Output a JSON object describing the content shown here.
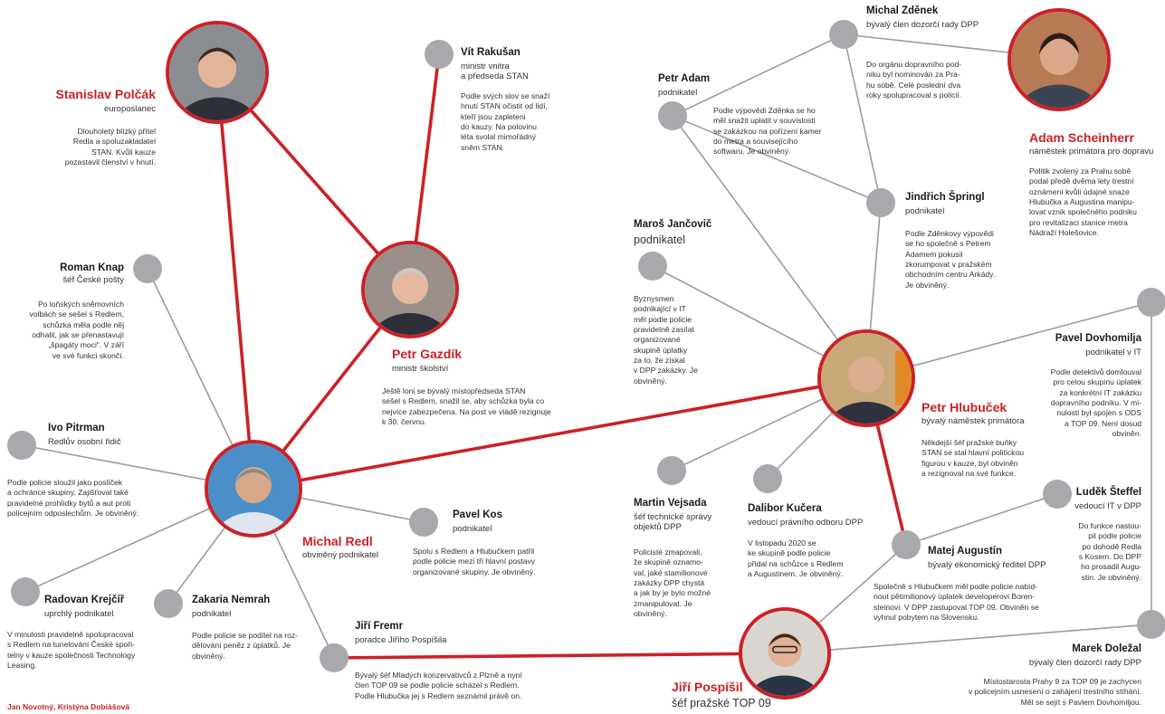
{
  "people": {
    "polcak": {
      "name": "Stanislav Polčák",
      "role": "europoslanec",
      "desc": "Dlouholetý blízký přítel\nRedla a spoluzakladatel\nSTAN. Kvůli kauze\npozastavil členství v hnutí."
    },
    "rakusan": {
      "name": "Vít Rakušan",
      "role": "ministr vnitra\na předseda STAN",
      "desc": "Podle svých slov se snaží\nhnutí STAN očistit od lidí,\nkteří jsou zapleteni\ndo kauzy. Na polovinu\nléta svolal mimořádný\nsněm STAN."
    },
    "gazdik": {
      "name": "Petr Gazdík",
      "role": "ministr školství",
      "desc": "Ještě loni se bývalý místopředseda STAN\nsešel s Redlem, snažil se, aby schůzka byla co\nnejvíce zabezpečena. Na post ve vládě rezignuje\nk 30. červnu."
    },
    "knap": {
      "name": "Roman Knap",
      "role": "šéf České pošty",
      "desc": "Po loňských sněmovních\nvolbách se sešel s Redlem,\nschůzka měla podle něj\nodhalit, jak se přenastavují\n„špagáty moci“. V září\nve své funkci skončí."
    },
    "pitrman": {
      "name": "Ivo Pitrman",
      "role": "Redlův osobní řidič",
      "desc": "Podle policie sloužil jako poslíček\na ochránce skupiny. Zajišťoval také\npravidelné prohlídky bytů a aut proti\npolicejním odposlechům. Je obviněný."
    },
    "redl": {
      "name": "Michal Redl",
      "role": "obviněný podnikatel"
    },
    "kos": {
      "name": "Pavel Kos",
      "role": "podnikatel",
      "desc": "Spolu s Redlem a Hlubučkem patřil\npodle policie mezi tři hlavní postavy\norganizované skupiny. Je obviněný."
    },
    "krejcir": {
      "name": "Radovan Krejčíř",
      "role": "uprchlý podnikatel",
      "desc": "V minulosti pravidelně spolupracoval\ns Redlem na tunelování České spoři-\ntelny v kauze společnosti Technology\nLeasing."
    },
    "nemrah": {
      "name": "Zakaria Nemrah",
      "role": "podnikatel",
      "desc": "Podle policie se podílel na roz-\ndělování peněz z úplatků. Je\nobviněný."
    },
    "fremr": {
      "name": "Jiří Fremr",
      "role": "poradce Jiřího Pospíšila",
      "desc": "Bývalý šéf Mladých konzervativců z Plzně a nyní\nčlen TOP 09 se podle policie scházel s Redlem.\nPodle Hlubučka jej s Redlem seznámil právě on."
    },
    "pospisil": {
      "name": "Jiří Pospíšil",
      "role": "šéf pražské TOP 09"
    },
    "zdenek": {
      "name": "Michal Zděnek",
      "role": "bývalý člen dozorčí rady DPP",
      "desc": "Do orgánu dopravního pod-\nniku byl nominován za Pra-\nhu sobě. Celé poslední dva\nroky spolupracoval s policií."
    },
    "adam": {
      "name": "Petr Adam",
      "role": "podnikatel",
      "desc": "Podle výpovědi Zděnka se ho\nměl snažit uplatit v souvislosti\nse zakázkou na pořízení kamer\ndo metra a souvisejícího\nsoftwaru. Je obviněný."
    },
    "scheinherr": {
      "name": "Adam Scheinherr",
      "role": "náměstek primátora pro dopravu",
      "desc": "Politik zvolený za Prahu sobě\npodal předě dvěma lety trestní\noznámení kvůli údajné snaze\nHlubučka a Augustina manipu-\nlovat vznik společného podniku\npro revitalizaci stanice metra\nNádraží Holešovice."
    },
    "springl": {
      "name": "Jindřich Špringl",
      "role": "podnikatel",
      "desc": "Podle Zděnkovy výpovědi\nse ho společně s Petrem\nAdamem pokusil\nzkorumpovat v pražském\nobchodním centru Arkády.\nJe obviněný."
    },
    "jancovic": {
      "name": "Maroš Jančovič",
      "role": "podnikatel",
      "desc": "Byznysmen\npodnikající v IT\nměl podle policie\npravidelně zasílat\norganizované\nskupině úplatky\nza to, že získal\nv DPP zakázky. Je\nobviněný."
    },
    "hlubucek": {
      "name": "Petr Hlubuček",
      "role": "bývalý náměstek primátora",
      "desc": "Někdejší šéf pražské buňky\nSTAN se stal hlavní politickou\nfigurou v kauze, byl obviněn\na rezignoval na své funkce."
    },
    "dovhomilja": {
      "name": "Pavel Dovhomilja",
      "role": "podnikatel v IT",
      "desc": "Podle detektivů domlouval\npro celou skupinu úplatek\nza konkrétní IT zakázku\ndopravního podniku. V mi-\nnulosti byl spojen s ODS\na TOP 09. Není dosud\nobviněn."
    },
    "vejsada": {
      "name": "Martin Vejsada",
      "role": "šéf technické správy\nobjektů DPP",
      "desc": "Policisté zmapovali,\nže skupině oznamo-\nval, jaké stamilionové\nzakázky DPP chystá\na jak by je bylo možné\nzmanipulovat. Je\nobviněný."
    },
    "kucera": {
      "name": "Dalibor Kučera",
      "role": "vedoucí právního odboru DPP",
      "desc": "V listopadu 2020 se\nke skupině podle policie\npřidal na schůzce s Redlem\na Augustinem. Je obviněný."
    },
    "steffel": {
      "name": "Luděk Šteffel",
      "role": "vedoucí IT v DPP",
      "desc": "Do funkce nastou-\npil podle policie\npo dohodě Redla\ns Kosem. Do DPP\nho prosadil Augu-\nstin. Je obviněný."
    },
    "augustin": {
      "name": "Matej Augustín",
      "role": "bývalý ekonomický ředitel DPP",
      "desc": "Společně s Hlubučkem měl podle policie nabíd-\nnout pětimilionový úplatek developerovi Boren-\nsteinovi. V DPP zastupoval TOP 09. Obviněn se\nvyhnul pobytem na Slovensku."
    },
    "dolezal": {
      "name": "Marek Doležal",
      "role": "bývalý člen dozorčí rady DPP",
      "desc": "Místostarosta Prahy 9 za TOP 09 je zachycen\nv policejním usnesení o zahájení trestního stíhání.\nMěl se sejít s Pavlem Dovhomiljou."
    }
  },
  "authors": "Jan Novotný, Kristýna Dobiášová",
  "colors": {
    "accent": "#cc2127",
    "node": "#a7a9ac",
    "line": "#9a9c9f"
  }
}
